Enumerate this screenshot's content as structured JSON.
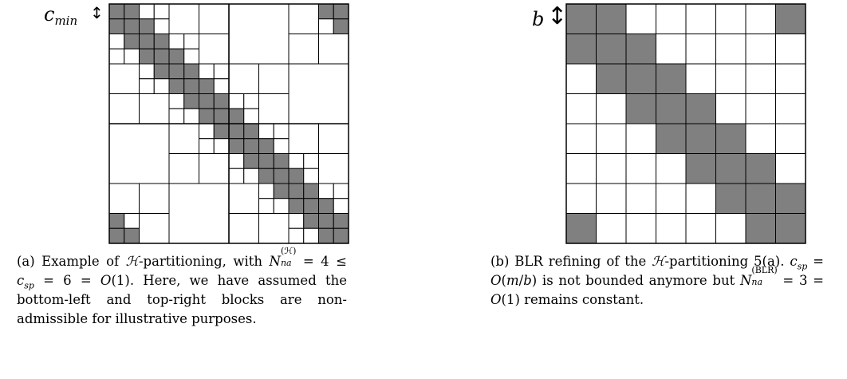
{
  "left_panel": {
    "label": "c",
    "label_sub": "min",
    "arrow": "↕",
    "matrix_n": 16,
    "nonadmissible_blocks": [
      [
        0,
        0
      ],
      [
        0,
        1
      ],
      [
        1,
        0
      ],
      [
        1,
        1
      ],
      [
        1,
        2
      ],
      [
        2,
        1
      ],
      [
        2,
        2
      ],
      [
        2,
        3
      ],
      [
        3,
        2
      ],
      [
        3,
        3
      ],
      [
        3,
        4
      ],
      [
        4,
        3
      ],
      [
        4,
        4
      ],
      [
        4,
        5
      ],
      [
        5,
        4
      ],
      [
        5,
        5
      ],
      [
        5,
        6
      ],
      [
        6,
        5
      ],
      [
        6,
        6
      ],
      [
        6,
        7
      ],
      [
        7,
        6
      ],
      [
        7,
        7
      ],
      [
        7,
        8
      ],
      [
        8,
        7
      ],
      [
        8,
        8
      ],
      [
        8,
        9
      ],
      [
        9,
        8
      ],
      [
        9,
        9
      ],
      [
        9,
        10
      ],
      [
        10,
        9
      ],
      [
        10,
        10
      ],
      [
        10,
        11
      ],
      [
        11,
        10
      ],
      [
        11,
        11
      ],
      [
        11,
        12
      ],
      [
        12,
        11
      ],
      [
        12,
        12
      ],
      [
        12,
        13
      ],
      [
        13,
        12
      ],
      [
        13,
        13
      ],
      [
        13,
        14
      ],
      [
        14,
        13
      ],
      [
        14,
        14
      ],
      [
        14,
        15
      ],
      [
        15,
        14
      ],
      [
        15,
        15
      ],
      [
        0,
        14
      ],
      [
        0,
        15
      ],
      [
        1,
        15
      ],
      [
        14,
        0
      ],
      [
        15,
        0
      ],
      [
        15,
        1
      ]
    ],
    "caption": {
      "prefix": "(a) Example of ",
      "h": "ℋ",
      "mid1": "-partitioning, with ",
      "n": "N",
      "n_sup": "(ℋ)",
      "n_sub": "na",
      "mid2": " = 4 ≤ ",
      "c": "c",
      "c_sub": "sp",
      "mid3": " = 6 = ",
      "o": "O",
      "mid4": "(1). Here, we have assumed the bottom-left and top-right blocks are non-admissible for illustrative purposes."
    }
  },
  "right_panel": {
    "label": "b",
    "arrow": "↕",
    "grid_n": 8,
    "dark_cells": [
      [
        0,
        0
      ],
      [
        0,
        1
      ],
      [
        0,
        7
      ],
      [
        1,
        0
      ],
      [
        1,
        1
      ],
      [
        1,
        2
      ],
      [
        2,
        1
      ],
      [
        2,
        2
      ],
      [
        2,
        3
      ],
      [
        3,
        2
      ],
      [
        3,
        3
      ],
      [
        3,
        4
      ],
      [
        4,
        3
      ],
      [
        4,
        4
      ],
      [
        4,
        5
      ],
      [
        5,
        4
      ],
      [
        5,
        5
      ],
      [
        5,
        6
      ],
      [
        6,
        5
      ],
      [
        6,
        6
      ],
      [
        6,
        7
      ],
      [
        7,
        0
      ],
      [
        7,
        6
      ],
      [
        7,
        7
      ]
    ],
    "caption": {
      "prefix": "(b) BLR refining of the ",
      "h": "ℋ",
      "mid1": "-partitioning 5(a). ",
      "c": "c",
      "c_sub": "sp",
      "mid2": " = ",
      "o1": "O",
      "mid3": "(",
      "m": "m",
      "mid4": "/",
      "b": "b",
      "mid5": ") is not bounded anymore but ",
      "n": "N",
      "n_sup": "(BLR)",
      "n_sub": "na",
      "mid6": " = 3 = ",
      "o2": "O",
      "mid7": "(1) remains constant."
    }
  },
  "colors": {
    "dark": "#808080",
    "line": "#000000",
    "bg": "#ffffff"
  }
}
